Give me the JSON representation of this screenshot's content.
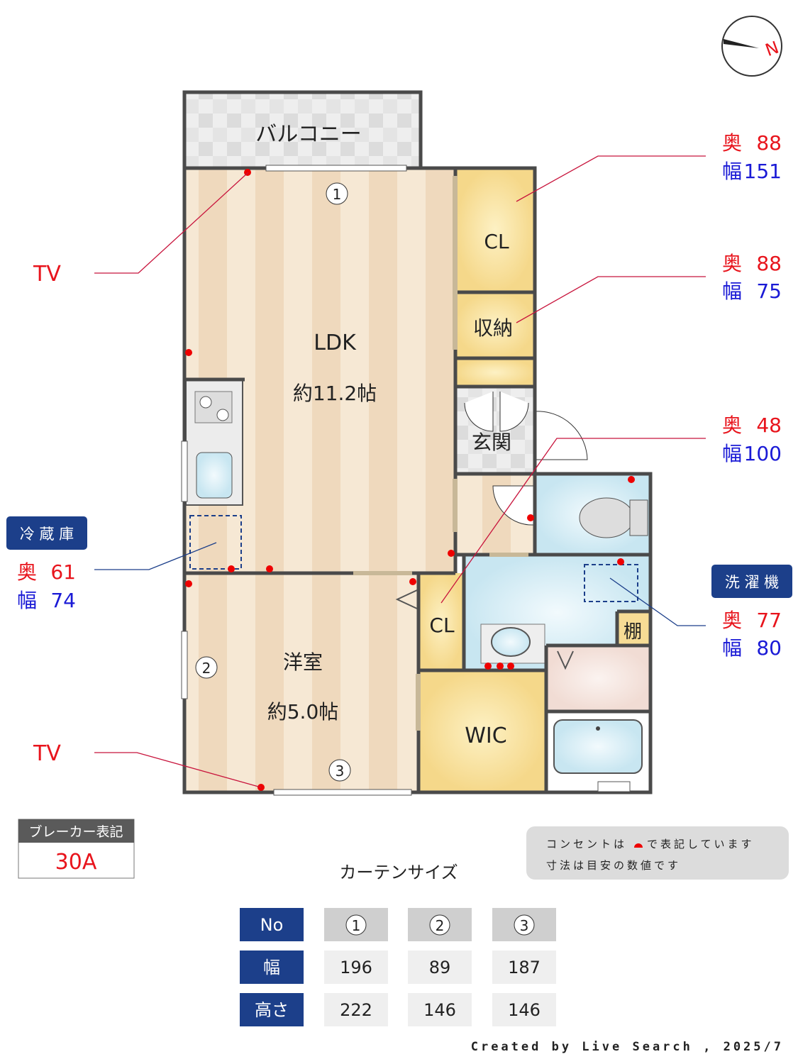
{
  "compass": {
    "label": "N"
  },
  "rooms": {
    "balcony": "バルコニー",
    "ldk_name": "LDK",
    "ldk_size": "約11.2帖",
    "cl1": "CL",
    "storage": "収納",
    "entrance": "玄関",
    "western_name": "洋室",
    "western_size": "約5.0帖",
    "cl2": "CL",
    "wic": "WIC",
    "shelf": "棚"
  },
  "window_markers": [
    "1",
    "2",
    "3"
  ],
  "callouts": {
    "tv_upper": "TV",
    "tv_lower": "TV",
    "cl": {
      "depth_label": "奥",
      "depth": "88",
      "width_label": "幅",
      "width": "151"
    },
    "storage": {
      "depth_label": "奥",
      "depth": "88",
      "width_label": "幅",
      "width": "75"
    },
    "entrance": {
      "depth_label": "奥",
      "depth": "48",
      "width_label": "幅",
      "width": "100"
    },
    "fridge": {
      "title": "冷 蔵 庫",
      "depth_label": "奥",
      "depth": "61",
      "width_label": "幅",
      "width": "74"
    },
    "washer": {
      "title": "洗 濯 機",
      "depth_label": "奥",
      "depth": "77",
      "width_label": "幅",
      "width": "80"
    }
  },
  "breaker": {
    "title": "ブレーカー表記",
    "value": "30A"
  },
  "note": {
    "line1_a": "コンセントは",
    "line1_b": "で表記しています",
    "line2": "寸法は目安の数値です"
  },
  "curtain": {
    "title": "カーテンサイズ",
    "headers": [
      "No",
      "1",
      "2",
      "3"
    ],
    "rows": [
      {
        "label": "幅",
        "values": [
          "196",
          "89",
          "187"
        ]
      },
      {
        "label": "高さ",
        "values": [
          "222",
          "146",
          "146"
        ]
      }
    ]
  },
  "credit": "Created by Live Search , 2025/7",
  "colors": {
    "navy": "#1c3f8a",
    "red": "#e8141c",
    "blue": "#1a1ad6",
    "wall": "#4a4a4a"
  }
}
